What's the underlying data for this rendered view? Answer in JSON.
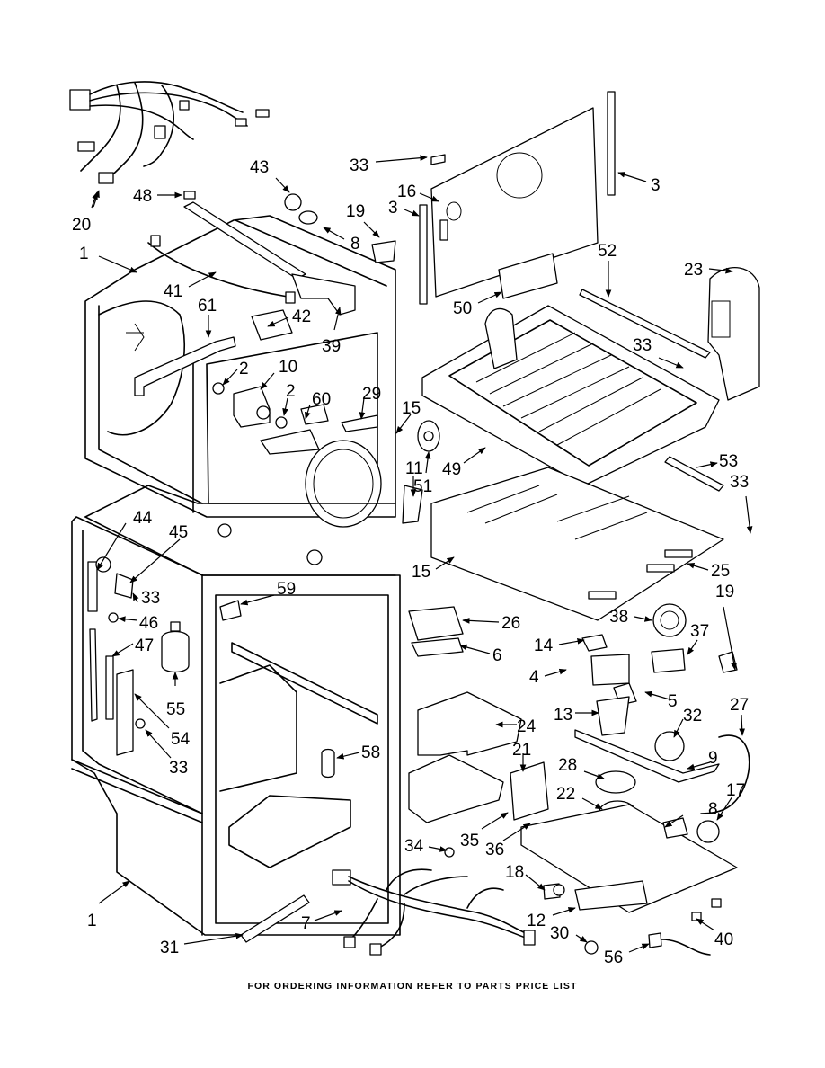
{
  "footer": "FOR ORDERING INFORMATION REFER TO PARTS PRICE LIST",
  "callouts": [
    "1",
    "1",
    "2",
    "2",
    "3",
    "3",
    "4",
    "5",
    "6",
    "7",
    "8",
    "8",
    "9",
    "10",
    "11",
    "12",
    "13",
    "14",
    "15",
    "15",
    "16",
    "17",
    "18",
    "19",
    "19",
    "20",
    "21",
    "22",
    "23",
    "24",
    "25",
    "26",
    "27",
    "28",
    "29",
    "30",
    "31",
    "32",
    "33",
    "33",
    "33",
    "33",
    "33",
    "34",
    "35",
    "36",
    "37",
    "38",
    "39",
    "40",
    "41",
    "42",
    "43",
    "44",
    "45",
    "46",
    "47",
    "48",
    "49",
    "50",
    "51",
    "52",
    "53",
    "54",
    "55",
    "56",
    "58",
    "59",
    "60",
    "61"
  ]
}
